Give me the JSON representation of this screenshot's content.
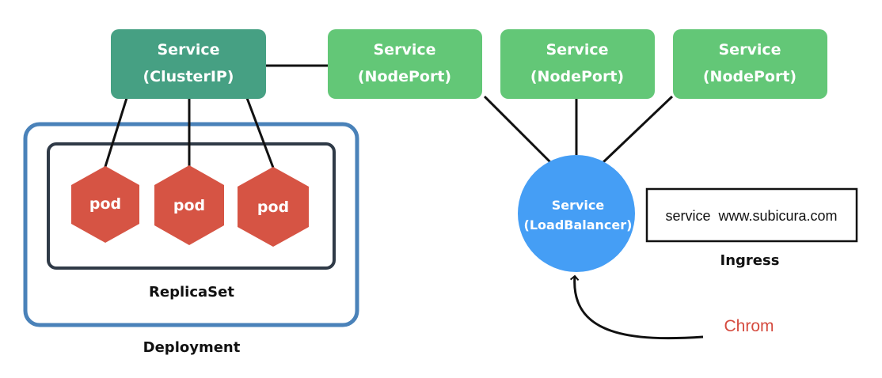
{
  "colors": {
    "clusterip": "#46a083",
    "nodeport": "#63c777",
    "pod": "#d65444",
    "loadbalancer": "#459ef5",
    "deployment_border": "#4a82b9",
    "replicaset_border": "#2f3a47",
    "chrom_text": "#d54b3f"
  },
  "cluster_service": {
    "line1": "Service",
    "line2": "(ClusterIP)"
  },
  "nodeports": [
    {
      "line1": "Service",
      "line2": "(NodePort)"
    },
    {
      "line1": "Service",
      "line2": "(NodePort)"
    },
    {
      "line1": "Service",
      "line2": "(NodePort)"
    }
  ],
  "pods": [
    {
      "label": "pod"
    },
    {
      "label": "pod"
    },
    {
      "label": "pod"
    }
  ],
  "replicaset": {
    "label": "ReplicaSet"
  },
  "deployment": {
    "label": "Deployment"
  },
  "loadbalancer": {
    "line1": "Service",
    "line2": "(LoadBalancer)"
  },
  "ingress": {
    "rule": "service  www.subicura.com",
    "label": "Ingress"
  },
  "client": {
    "label": "Chrom"
  }
}
